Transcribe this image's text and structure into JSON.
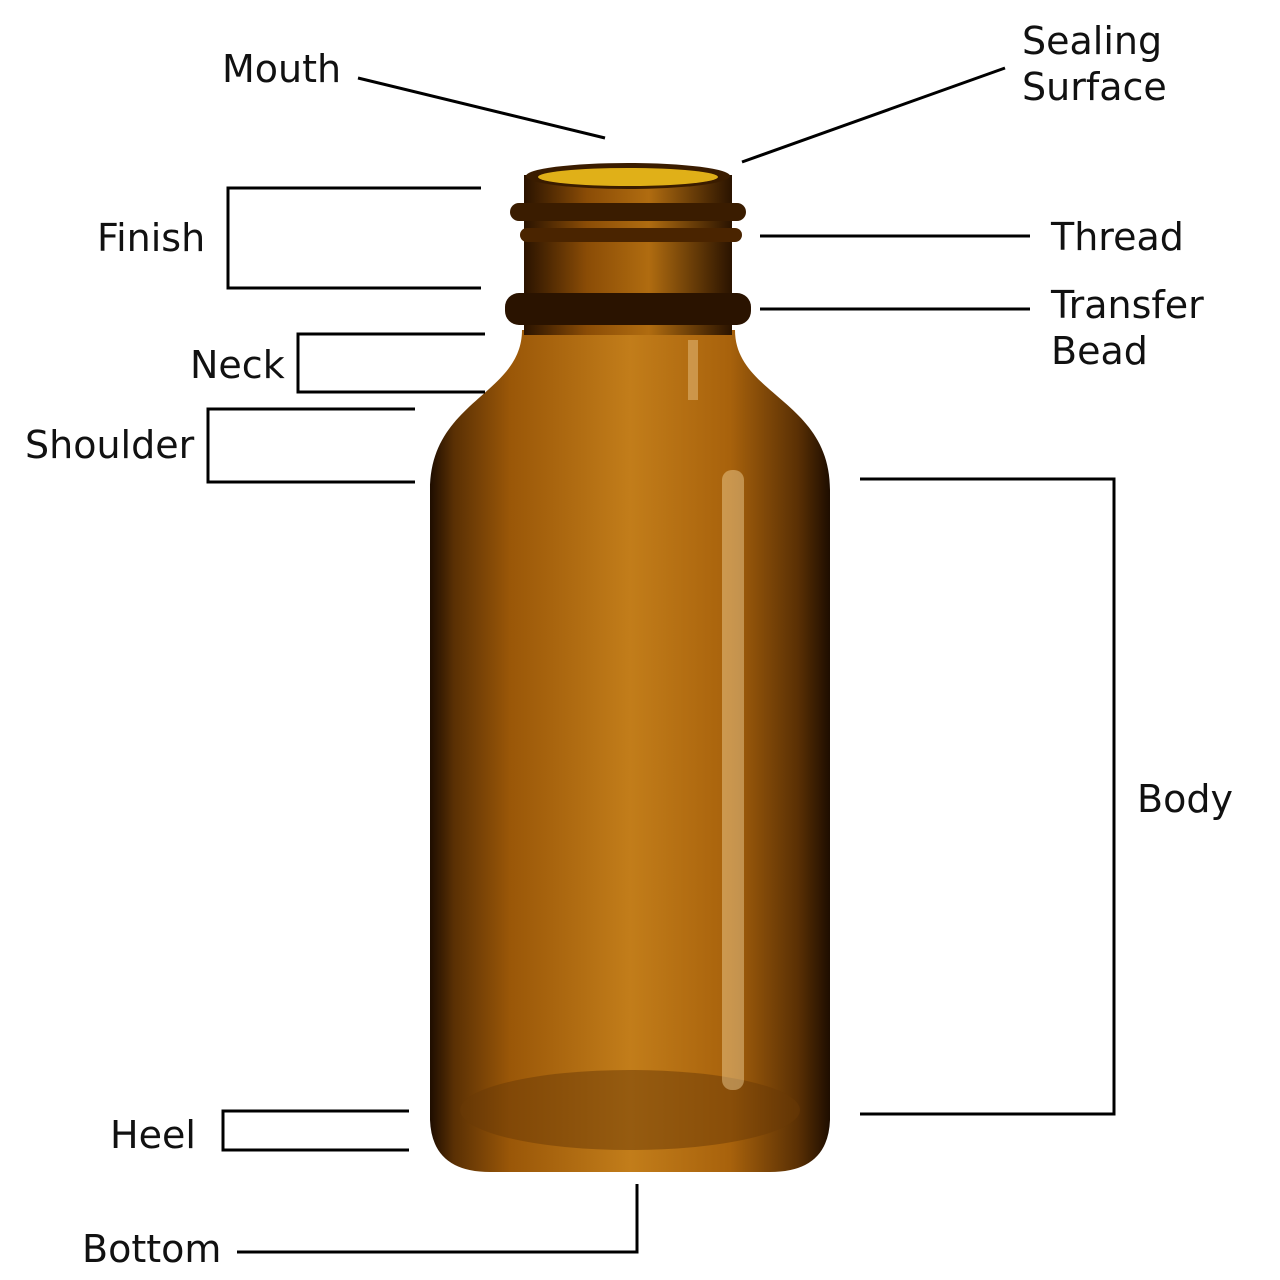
{
  "labels": {
    "mouth": "Mouth",
    "sealing_surface_line1": "Sealing",
    "sealing_surface_line2": "Surface",
    "finish": "Finish",
    "thread": "Thread",
    "transfer_bead_line1": "Transfer",
    "transfer_bead_line2": "Bead",
    "neck": "Neck",
    "shoulder": "Shoulder",
    "body": "Body",
    "heel": "Heel",
    "bottom": "Bottom"
  },
  "colors": {
    "glass_dark": "#2a1300",
    "glass_mid": "#9a5708",
    "glass_light": "#c27d1a",
    "mouth_inner": "#e0b018"
  }
}
